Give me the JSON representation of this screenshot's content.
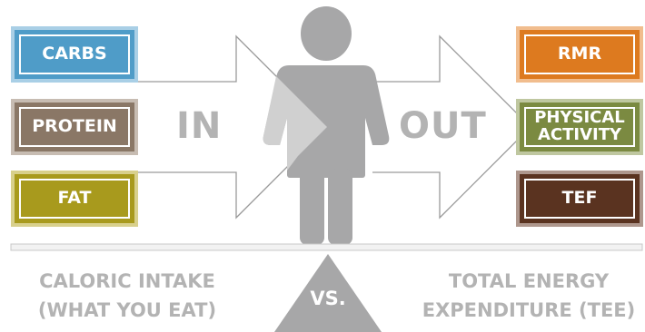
{
  "inputs": [
    {
      "label": "CARBS",
      "color": "#4f9cc8",
      "border": "#a9cfe6"
    },
    {
      "label": "PROTEIN",
      "color": "#8a7766",
      "border": "#c7bcb2"
    },
    {
      "label": "FAT",
      "color": "#a89a1d",
      "border": "#d8d08c"
    }
  ],
  "outputs": [
    {
      "label": "RMR",
      "color": "#dd7a1f",
      "border": "#f1bd8e"
    },
    {
      "label_lines": [
        "PHYSICAL",
        "ACTIVITY"
      ],
      "color": "#7b8a41",
      "border": "#bfc7a0"
    },
    {
      "label": "TEF",
      "color": "#5a3320",
      "border": "#ae978d"
    }
  ],
  "in_label": "IN",
  "out_label": "OUT",
  "caption_left": [
    "CALORIC INTAKE",
    "(WHAT YOU EAT)"
  ],
  "caption_right": [
    "TOTAL ENERGY",
    "EXPENDITURE (TEE)"
  ],
  "fulcrum_label": "VS.",
  "colors": {
    "text_gray": "#b3b3b3",
    "person": "#a7a7a8",
    "arrow_line": "#9a9a9a",
    "arrow_overlap": "#d0d0d0",
    "beam_fill": "#f2f2f2",
    "fulcrum": "#a7a7a8"
  },
  "icons": [
    "person-figure-icon",
    "arrow-in-icon",
    "arrow-out-icon",
    "fulcrum-triangle-icon"
  ]
}
